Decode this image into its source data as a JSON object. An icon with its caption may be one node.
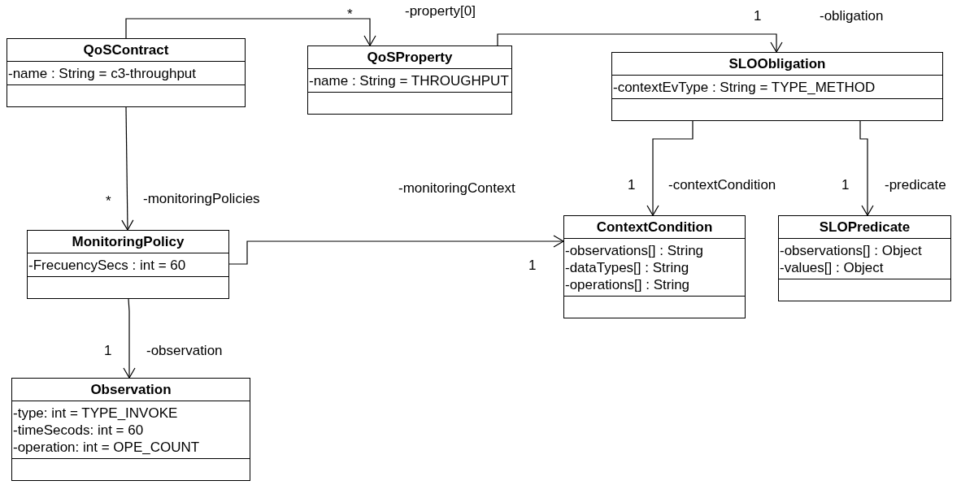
{
  "diagram": {
    "nodes": [
      {
        "text": [
          "QoSContract",
          "-name : String = c3-throughput"
        ]
      },
      {
        "text": [
          "QoSProperty",
          "-name : String = THROUGHPUT"
        ]
      },
      {
        "text": [
          "SLOObligation",
          "-contextEvType : String = TYPE_METHOD"
        ]
      },
      {
        "text": [
          "MonitoringPolicy",
          "-FrecuencySecs : int = 60"
        ]
      },
      {
        "text": [
          "ContextCondition",
          "-observations[] : String",
          "-dataTypes[] : String",
          "-operations[] : String"
        ]
      },
      {
        "text": [
          "SLOPredicate",
          "-observations[] : Object",
          "-values[] : Object"
        ]
      },
      {
        "text": [
          "Observation",
          "-type: int = TYPE_INVOKE",
          "-timeSecods: int = 60",
          "-operation: int = OPE_COUNT"
        ]
      }
    ],
    "edges": [
      {
        "from": 0,
        "to": 1,
        "arrow": "to",
        "label": "-property[0]"
      },
      {
        "from": 1,
        "to": 2,
        "arrow": "to",
        "label": "-obligation"
      },
      {
        "from": 0,
        "to": 3,
        "arrow": "to",
        "label": "-monitoringPolicies"
      },
      {
        "from": 3,
        "to": 4,
        "arrow": "to",
        "label": "-monitoringContext"
      },
      {
        "from": 3,
        "to": 6,
        "arrow": "to",
        "label": "-observation"
      },
      {
        "from": 2,
        "to": 4,
        "arrow": "to",
        "label": "-contextCondition"
      },
      {
        "from": 2,
        "to": 5,
        "arrow": "to",
        "label": "-predicate"
      }
    ],
    "labels": [
      "*",
      "1",
      "1",
      "1",
      "*",
      "1",
      "1"
    ]
  }
}
